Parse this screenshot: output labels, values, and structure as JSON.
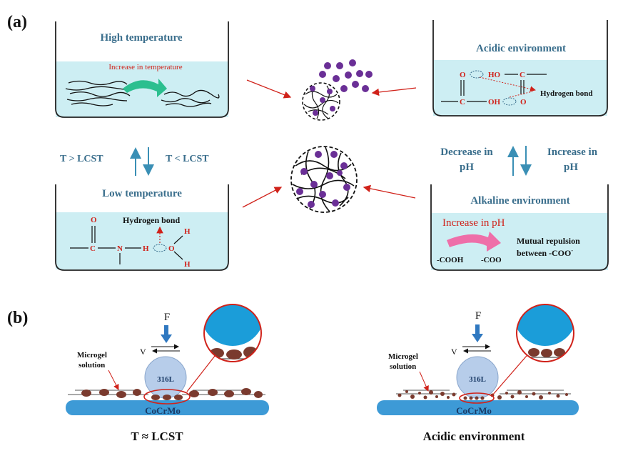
{
  "panel_labels": {
    "a": "(a)",
    "b": "(b)"
  },
  "a": {
    "high_temp": {
      "title": "High temperature",
      "note": "Increase in temperature"
    },
    "low_temp": {
      "title": "Low temperature",
      "hbond": "Hydrogen bond",
      "atoms": {
        "o": "O",
        "c": "C",
        "n": "N",
        "h1": "H",
        "o2": "O",
        "h2": "H",
        "h3": "H"
      }
    },
    "acidic": {
      "title": "Acidic environment",
      "hbond": "Hydrogen bond",
      "atoms": {
        "o1": "O",
        "ho": "HO",
        "c1": "C",
        "c2": "C",
        "oh": "OH",
        "o2": "O"
      }
    },
    "alkaline": {
      "title": "Alkaline environment",
      "increase_ph": "Increase in pH",
      "cooh": "-COOH",
      "coo": "-COO",
      "repulsion_1": "Mutual repulsion",
      "repulsion_2": "between -COO",
      "superscript": "-"
    },
    "left_arrows": {
      "up_label": "T > LCST",
      "down_label": "T < LCST"
    },
    "right_arrows": {
      "up_label_1": "Decrease in",
      "up_label_2": "pH",
      "down_label_1": "Increase in",
      "down_label_2": "pH"
    }
  },
  "b": {
    "left": {
      "force": "F",
      "velocity": "V",
      "ball": "316L",
      "substrate": "CoCrMo",
      "microgel_1": "Microgel",
      "microgel_2": "solution",
      "caption": "T ≈ LCST"
    },
    "right": {
      "force": "F",
      "velocity": "V",
      "ball": "316L",
      "substrate": "CoCrMo",
      "microgel_1": "Microgel",
      "microgel_2": "solution",
      "caption": "Acidic environment"
    }
  },
  "colors": {
    "accent_text": "#3a6e8c",
    "red_chem": "#d0221a",
    "water": "#cdeef3",
    "microgel": "#6a2f96",
    "particle": "#7a3a2e",
    "substrate": "#3d9ad6",
    "ball": "#b7cdea",
    "arrow_blue": "#3a8fb5",
    "force_arrow": "#2f78c0",
    "teal_arrow": "#2bbf8f",
    "pink_arrow": "#ee6fa9"
  }
}
